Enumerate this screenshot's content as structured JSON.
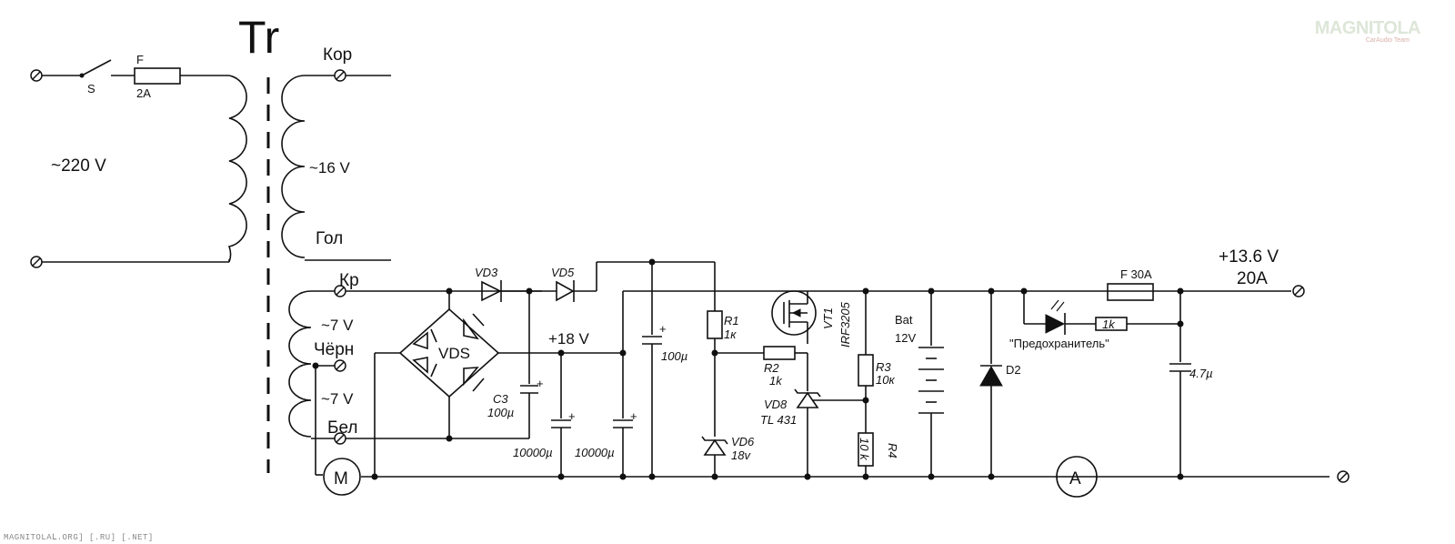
{
  "title": "Tr",
  "labels": {
    "switch": "S",
    "fuse_in": "F",
    "fuse_in_rating": "2A",
    "mains": "~220 V",
    "sec1_top": "Кор",
    "sec1_voltage": "~16 V",
    "sec1_bottom": "Гол",
    "sec2_top": "Кр",
    "sec2_v1": "~7 V",
    "sec2_mid": "Чёрн",
    "sec2_v2": "~7 V",
    "sec2_bottom": "Бел",
    "motor": "M",
    "vd3": "VD3",
    "vd5": "VD5",
    "bridge": "VDS",
    "rail": "+18 V",
    "c3_name": "C3",
    "c3_value": "100µ",
    "cap_10000a": "10000µ",
    "cap_10000b": "10000µ",
    "cap_100": "100µ",
    "r1_name": "R1",
    "r1_value": "1к",
    "r2_name": "R2",
    "r2_value": "1k",
    "vd6_name": "VD6",
    "vd6_value": "18v",
    "vt1_name": "VT1",
    "vt1_part": "IRF3205",
    "vd8_name": "VD8",
    "vd8_part": "TL 431",
    "r3_name": "R3",
    "r3_value": "10к",
    "r4_name": "R4",
    "r4_value": "10 k",
    "bat_name": "Bat",
    "bat_value": "12V",
    "d2": "D2",
    "fuse_out": "F 30A",
    "r_led": "1k",
    "led_caption": "\"Предохранитель\"",
    "cap_out": "4.7µ",
    "out_voltage": "+13.6 V",
    "out_current": "20A",
    "ammeter": "A"
  },
  "footer": "MAGNITOLAⅬ.ORG] [.RU] [.NET]",
  "watermark": {
    "main": "MAGNITOLA",
    "sub": "CarAudio Team"
  }
}
